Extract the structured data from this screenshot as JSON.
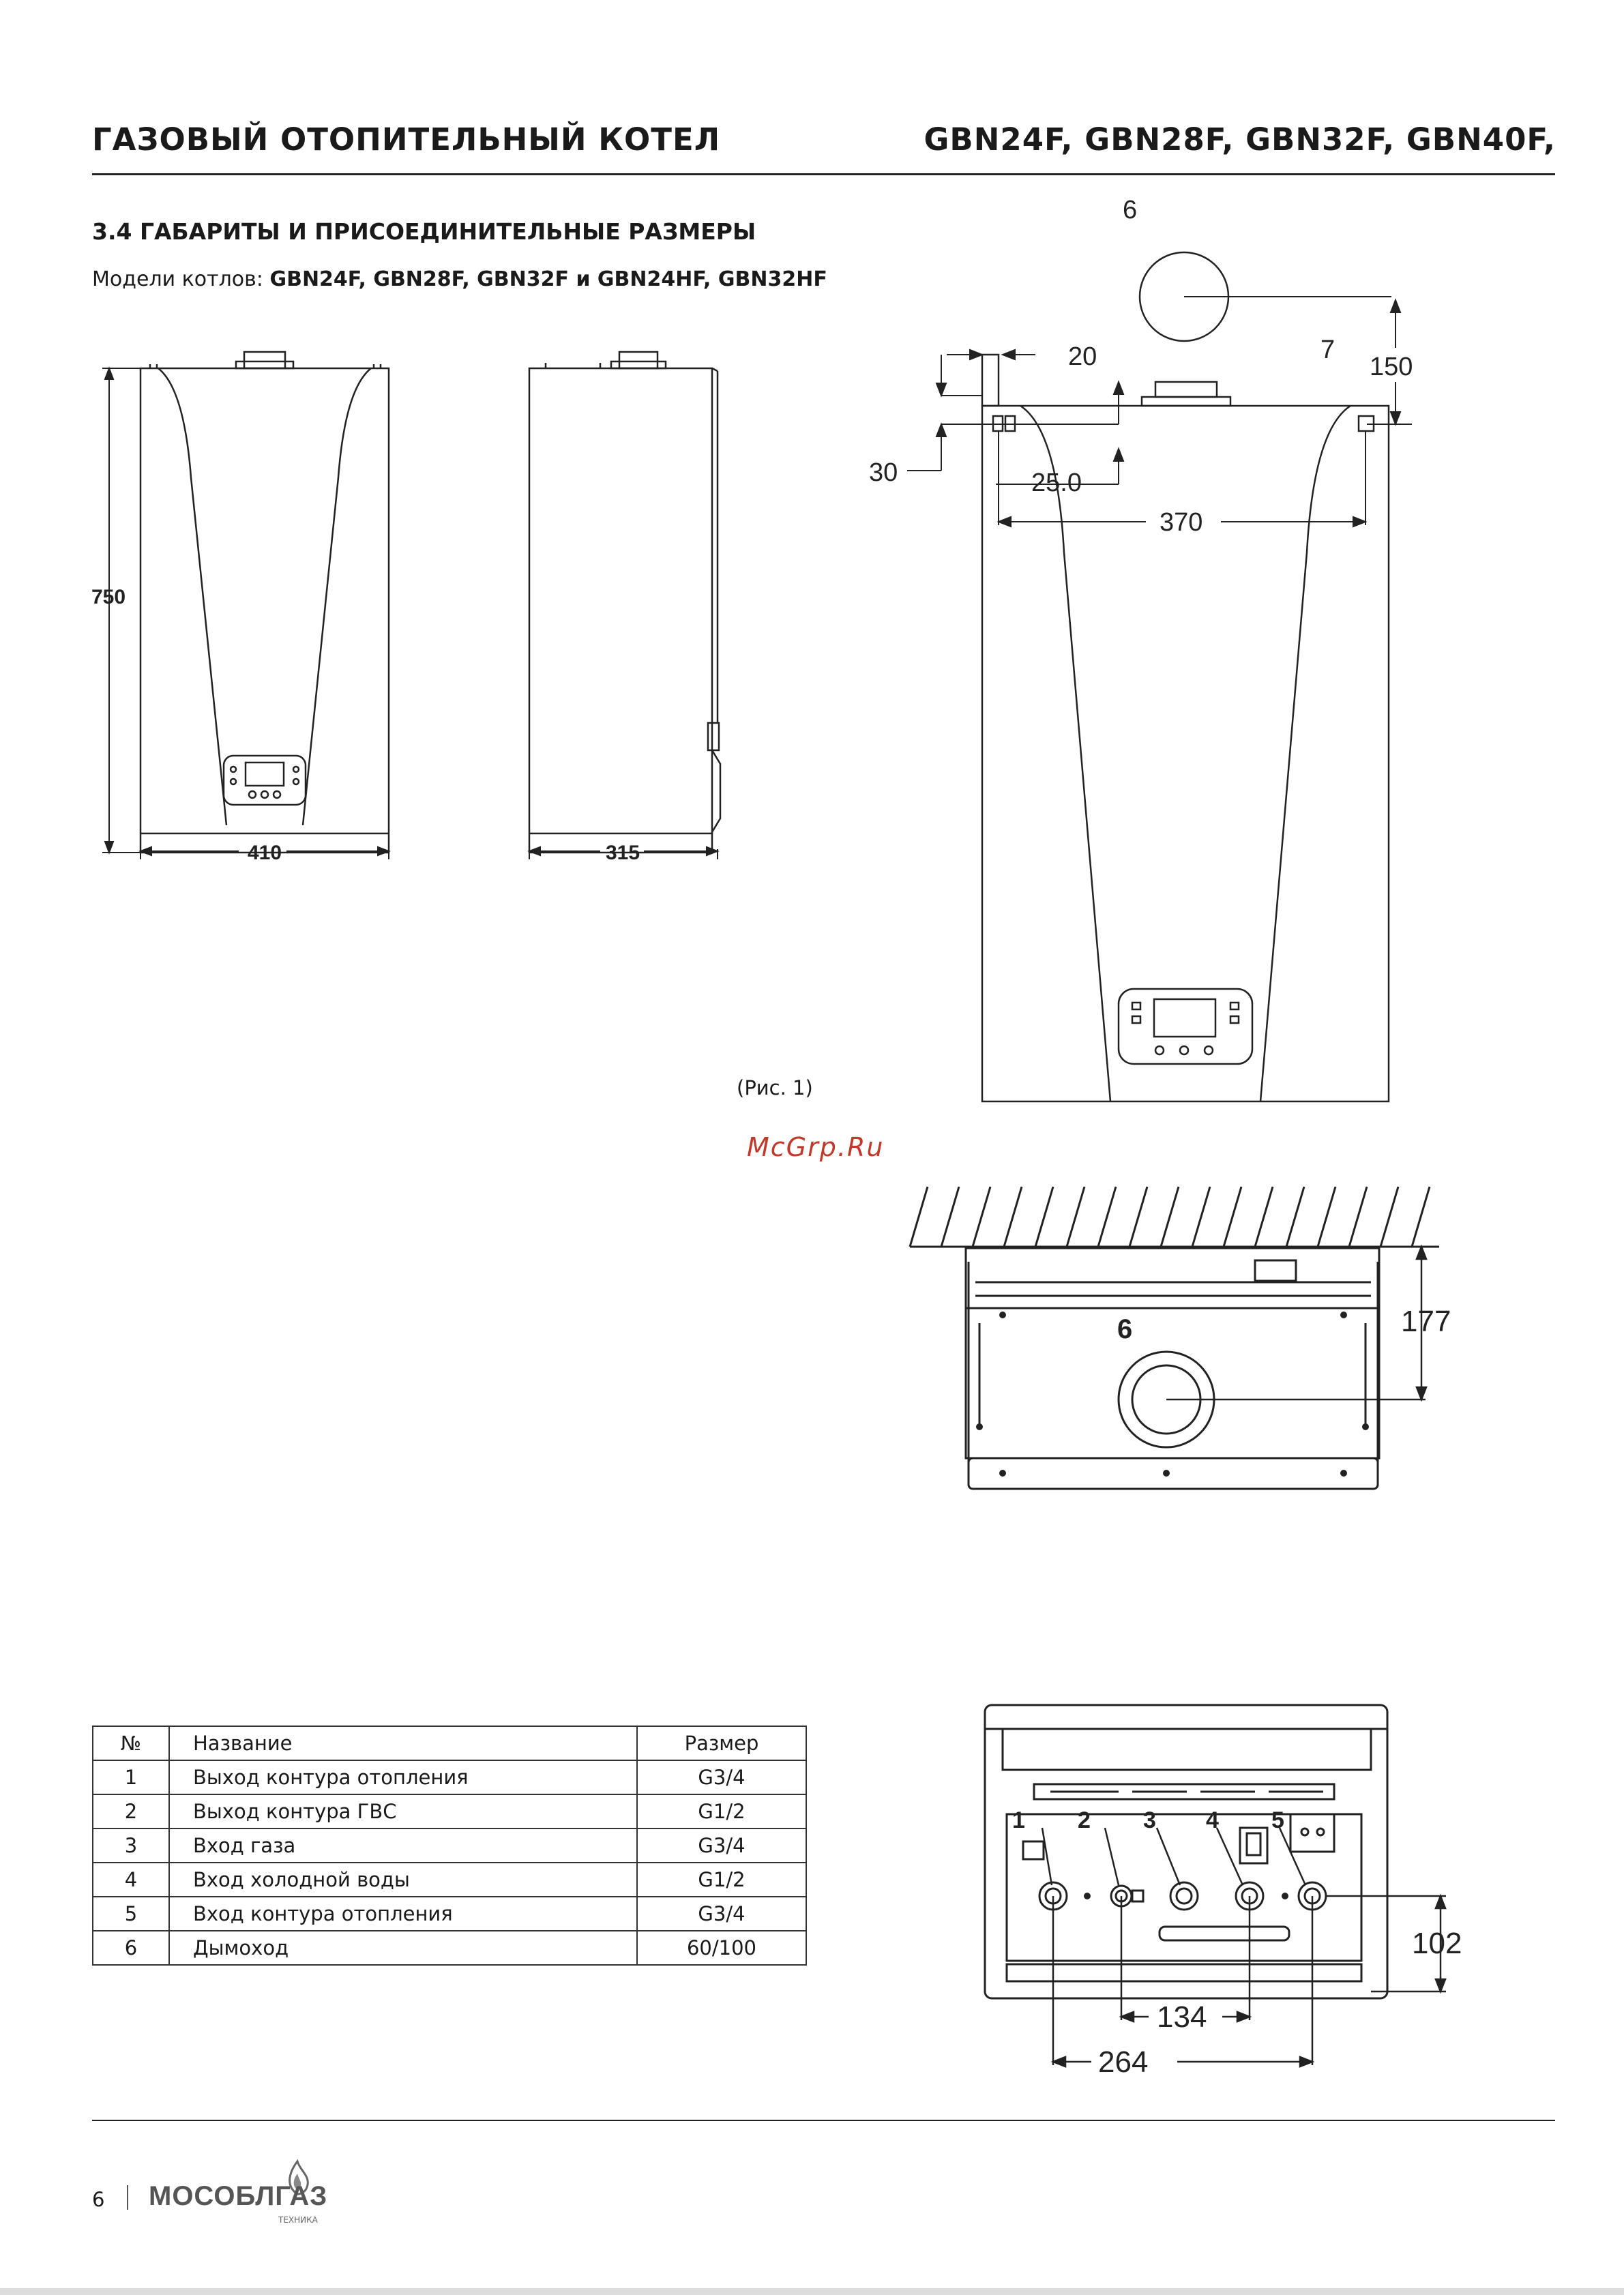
{
  "header": {
    "title": "ГАЗОВЫЙ ОТОПИТЕЛЬНЫЙ КОТЕЛ",
    "models": "GBN24F, GBN28F, GBN32F, GBN40F,"
  },
  "section": {
    "title": "3.4 ГАБАРИТЫ И ПРИСОЕДИНИТЕЛЬНЫЕ РАЗМЕРЫ",
    "subtitle_prefix": "Модели котлов: ",
    "subtitle_models": "GBN24F, GBN28F, GBN32F и GBN24HF, GBN32HF"
  },
  "figure": {
    "caption": "(Рис. 1)",
    "front": {
      "height": "750",
      "width": "410"
    },
    "side": {
      "depth": "315"
    },
    "top": {
      "label_flue": "6",
      "label_7": "7",
      "dim_20": "20",
      "dim_30": "30",
      "dim_150": "150",
      "dim_250": "25.0",
      "dim_370": "370"
    },
    "ceiling_view": {
      "label_flue": "6",
      "dim_177": "177"
    },
    "bottom_view": {
      "labels": [
        "1",
        "2",
        "3",
        "4",
        "5"
      ],
      "dim_102": "102",
      "dim_134": "134",
      "dim_264": "264"
    }
  },
  "watermark": "McGrp.Ru",
  "table": {
    "headers": {
      "num": "№",
      "name": "Название",
      "size": "Размер"
    },
    "rows": [
      {
        "num": "1",
        "name": "Выход контура отопления",
        "size": "G3/4"
      },
      {
        "num": "2",
        "name": "Выход контура ГВС",
        "size": "G1/2"
      },
      {
        "num": "3",
        "name": "Вход газа",
        "size": "G3/4"
      },
      {
        "num": "4",
        "name": "Вход холодной воды",
        "size": "G1/2"
      },
      {
        "num": "5",
        "name": "Вход контура отопления",
        "size": "G3/4"
      },
      {
        "num": "6",
        "name": "Дымоход",
        "size": "60/100"
      }
    ]
  },
  "footer": {
    "page": "6",
    "logo": "МОСОБЛГАЗ",
    "logo_sub": "ТЕХНИКА"
  }
}
